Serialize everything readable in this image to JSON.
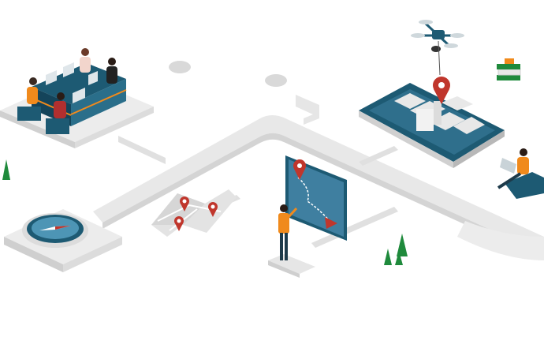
{
  "scene": {
    "type": "isometric-illustration",
    "colors": {
      "background": "#ffffff",
      "path": "#e6e6e6",
      "path_shadow": "#d2d2d2",
      "teal": "#1d5a73",
      "teal_dark": "#14445a",
      "orange": "#f08a1c",
      "red_pin": "#c0362c",
      "green_tree": "#1f8a3c",
      "screen_blue": "#3f7fa0"
    },
    "elements": [
      "office-desk-team",
      "compass",
      "folded-map",
      "map-board-with-person",
      "tablet-city-map",
      "drone",
      "person-with-laptop",
      "book-stack",
      "trees"
    ]
  }
}
